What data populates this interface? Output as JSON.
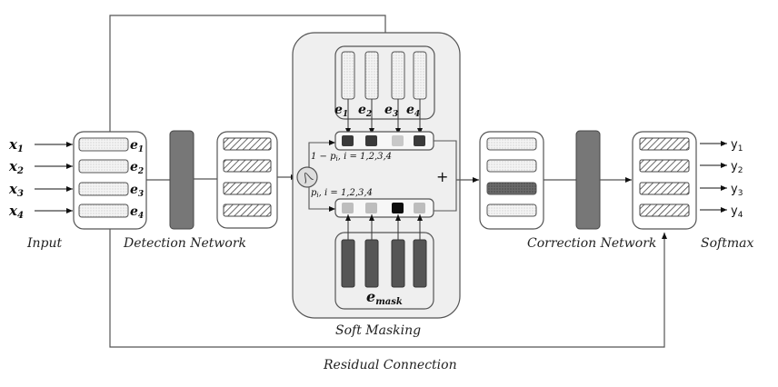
{
  "labels": {
    "input": "Input",
    "detection_network": "Detection Network",
    "soft_masking": "Soft Masking",
    "correction_network": "Correction Network",
    "softmax": "Softmax",
    "residual_connection": "Residual Connection"
  },
  "inputs": [
    {
      "x": "x",
      "sub": "1"
    },
    {
      "x": "x",
      "sub": "2"
    },
    {
      "x": "x",
      "sub": "3"
    },
    {
      "x": "x",
      "sub": "4"
    }
  ],
  "embeddings": [
    {
      "e": "e",
      "sub": "1"
    },
    {
      "e": "e",
      "sub": "2"
    },
    {
      "e": "e",
      "sub": "3"
    },
    {
      "e": "e",
      "sub": "4"
    }
  ],
  "outputs": [
    {
      "y": "y",
      "sub": "1"
    },
    {
      "y": "y",
      "sub": "2"
    },
    {
      "y": "y",
      "sub": "3"
    },
    {
      "y": "y",
      "sub": "4"
    }
  ],
  "soft_masking": {
    "upper_formula": "1 − p",
    "upper_formula_sub": "i",
    "upper_formula_rest": ", i = 1,2,3,4",
    "lower_formula": "p",
    "lower_formula_sub": "i",
    "lower_formula_rest": ", i = 1,2,3,4",
    "plus": "+",
    "mask_label": "e",
    "mask_sub": "mask",
    "upper_cell_shades": [
      "#3a3a3a",
      "#3a3a3a",
      "#c8c8c8",
      "#3a3a3a"
    ],
    "lower_cell_shades": [
      "#bdbdbd",
      "#bdbdbd",
      "#0d0d0d",
      "#bdbdbd"
    ]
  },
  "correction_input_rows": [
    "light",
    "light",
    "dark",
    "light"
  ],
  "colors": {
    "stroke": "#555555",
    "panel_bg": "#efefef",
    "network_bar": "#777777",
    "mask_bar": "#555555"
  }
}
